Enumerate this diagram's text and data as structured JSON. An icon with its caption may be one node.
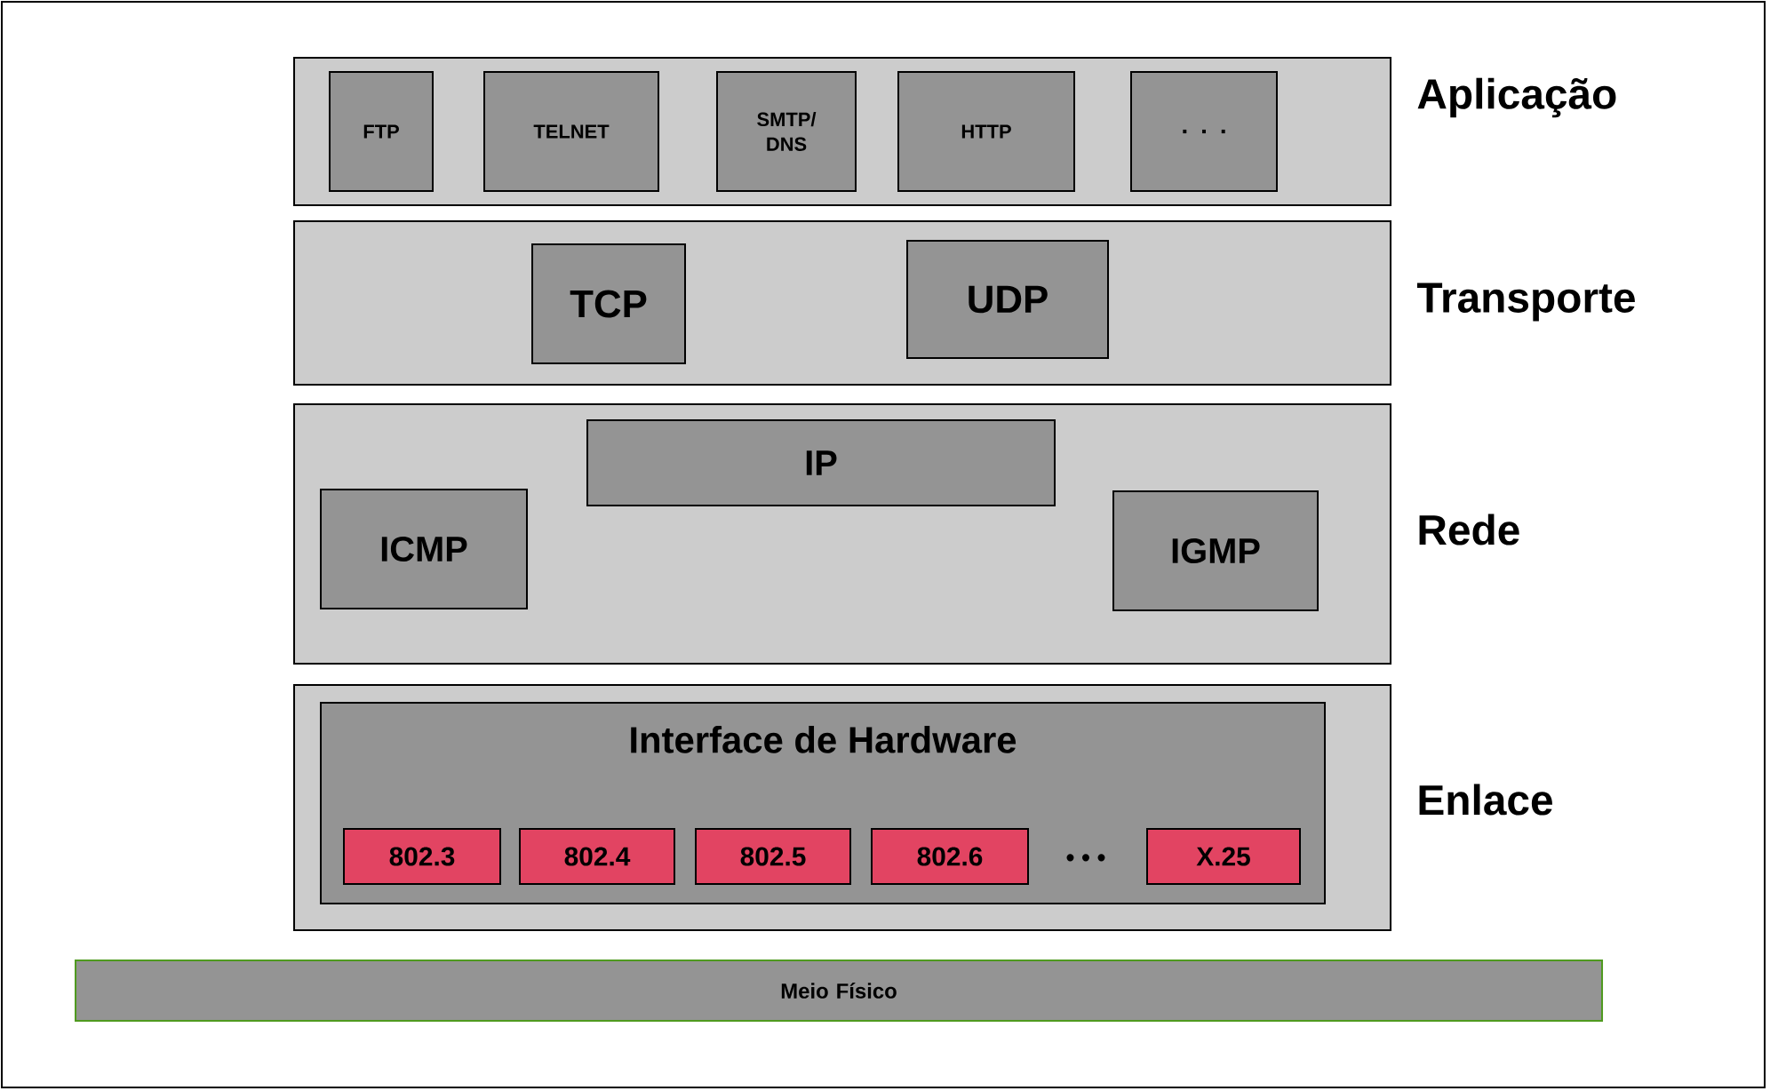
{
  "diagram": {
    "nodes": [
      {
        "text": [],
        "shape": "box",
        "beside": [
          "Aplicação"
        ]
      },
      {
        "text": [
          "FTP"
        ],
        "in": 0
      },
      {
        "text": [
          "TELNET"
        ],
        "in": 0
      },
      {
        "text": [
          "SMTP/ DNS"
        ],
        "in": 0
      },
      {
        "text": [
          "HTTP"
        ],
        "in": 0
      },
      {
        "text": [
          ". . ."
        ],
        "in": 0
      },
      {
        "text": [],
        "shape": "box",
        "beside": [
          "Transporte"
        ]
      },
      {
        "text": [
          "TCP"
        ],
        "in": 6
      },
      {
        "text": [
          "UDP"
        ],
        "in": 6
      },
      {
        "text": [],
        "shape": "box",
        "beside": [
          "Rede"
        ]
      },
      {
        "text": [
          "IP"
        ],
        "in": 9
      },
      {
        "text": [
          "ICMP"
        ],
        "in": 9
      },
      {
        "text": [
          "IGMP"
        ],
        "in": 9
      },
      {
        "text": [],
        "shape": "box",
        "beside": [
          "Enlace"
        ]
      },
      {
        "text": [
          "Interface de Hardware"
        ],
        "in": 13
      },
      {
        "text": [
          "802.3"
        ],
        "in": 14
      },
      {
        "text": [
          "802.4"
        ],
        "in": 14
      },
      {
        "text": [
          "802.5"
        ],
        "in": 14
      },
      {
        "text": [
          "802.6"
        ],
        "in": 14
      },
      {
        "text": [
          "X.25"
        ],
        "in": 14
      },
      {
        "text": [
          "Meio Físico"
        ]
      }
    ],
    "edges": [],
    "labels": [
      "• • •"
    ]
  }
}
